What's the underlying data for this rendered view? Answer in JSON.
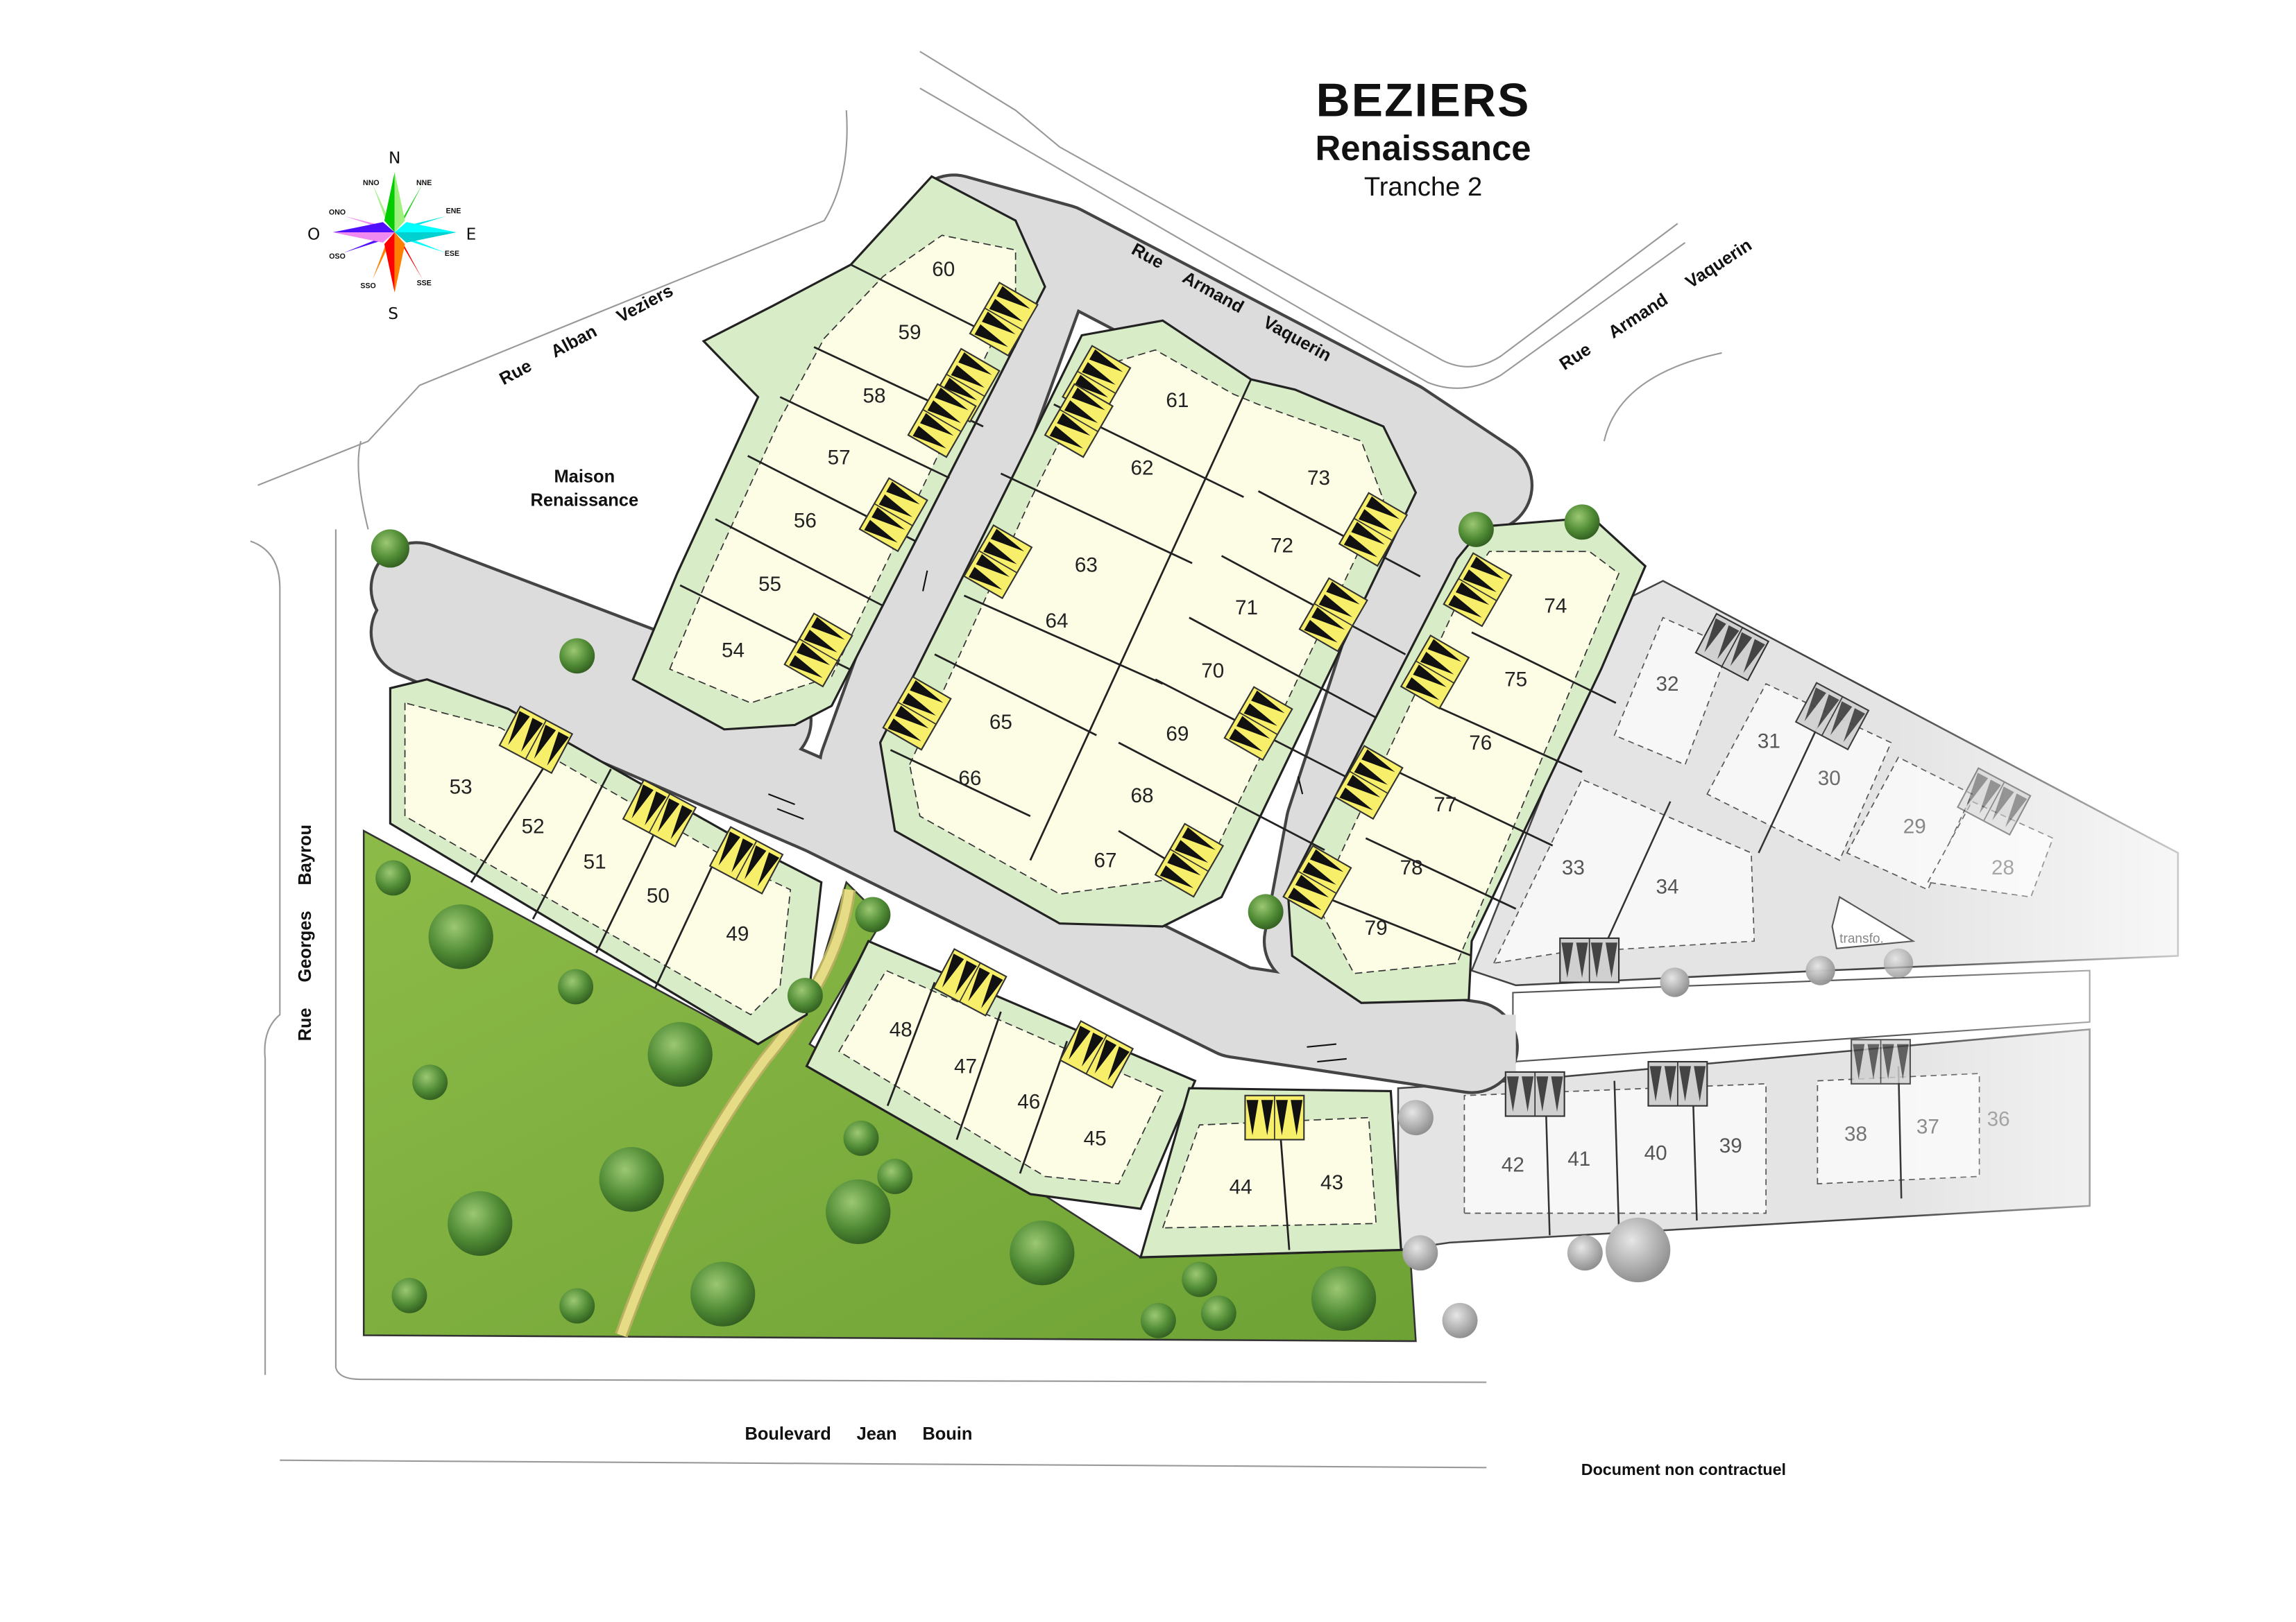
{
  "title": {
    "city": "BEZIERS",
    "program": "Renaissance",
    "phase": "Tranche 2"
  },
  "streets": {
    "alban_veziers": "Rue Alban Veziers",
    "armand_vaquerin_1": "Rue Armand Vaquerin",
    "armand_vaquerin_2": "Rue Armand Vaquerin",
    "georges_bayrou": "Rue Georges Bayrou",
    "jean_bouin": "Boulevard Jean Bouin"
  },
  "landmarks": {
    "maison_line1": "Maison",
    "maison_line2": "Renaissance",
    "transfo": "transfo."
  },
  "disclaimer": "Document non contractuel",
  "compass": {
    "n": "N",
    "s": "S",
    "e": "E",
    "o": "O",
    "nno": "NNO",
    "nne": "NNE",
    "ono": "ONO",
    "ene": "ENE",
    "oso": "OSO",
    "ese": "ESE",
    "sso": "SSO",
    "sse": "SSE"
  },
  "lots_tranche2": [
    "60",
    "59",
    "58",
    "57",
    "56",
    "55",
    "54",
    "61",
    "62",
    "63",
    "64",
    "65",
    "66",
    "67",
    "68",
    "69",
    "70",
    "71",
    "72",
    "73",
    "74",
    "75",
    "76",
    "77",
    "78",
    "79",
    "53",
    "52",
    "51",
    "50",
    "49",
    "48",
    "47",
    "46",
    "45",
    "44",
    "43"
  ],
  "lots_other": [
    "32",
    "31",
    "30",
    "29",
    "28",
    "33",
    "34",
    "42",
    "41",
    "40",
    "39",
    "38",
    "37",
    "36"
  ],
  "colors": {
    "lot": "#fdfde6",
    "green_strip": "#d9ecc8",
    "park": "#7fb040",
    "road": "#dcdcdc",
    "parking": "#f7ef6a"
  }
}
